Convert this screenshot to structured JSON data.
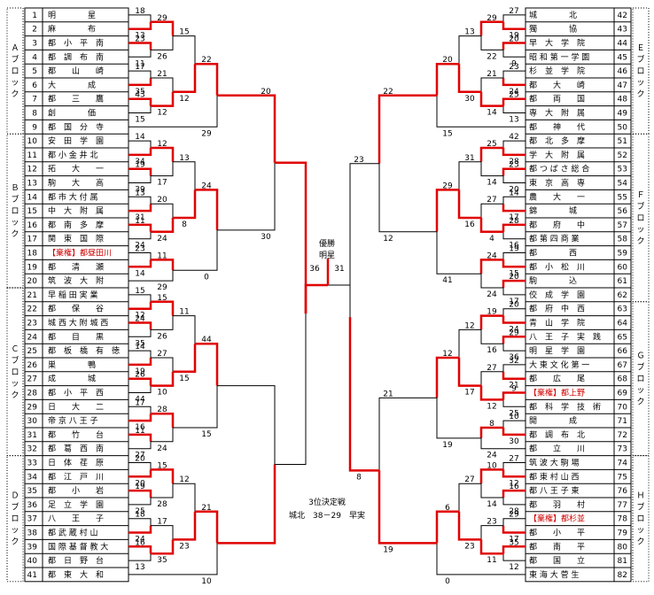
{
  "title_final": "優勝",
  "champion": "明星",
  "final_left_score": "36",
  "final_right_score": "31",
  "third_place": {
    "label": "3位決定戦",
    "result_text": "城北　38－29　早実"
  },
  "colors": {
    "win_line": "#e00000",
    "red_text": "#d00000",
    "loss_line": "#000000"
  },
  "left_blocks": [
    {
      "label": "Ａブロック",
      "chars": [
        "Ａ",
        "ブ",
        "ロ",
        "ッ",
        "ク"
      ]
    },
    {
      "label": "Ｂブロック",
      "chars": [
        "Ｂ",
        "ブ",
        "ロ",
        "ッ",
        "ク"
      ]
    },
    {
      "label": "Ｃブロック",
      "chars": [
        "Ｃ",
        "ブ",
        "ロ",
        "ッ",
        "ク"
      ]
    },
    {
      "label": "Ｄブロック",
      "chars": [
        "Ｄ",
        "ブ",
        "ロ",
        "ッ",
        "ク"
      ]
    }
  ],
  "right_blocks": [
    {
      "label": "Ｅブロック",
      "chars": [
        "Ｅ",
        "ブ",
        "ロ",
        "ッ",
        "ク"
      ]
    },
    {
      "label": "Ｆブロック",
      "chars": [
        "Ｆ",
        "ブ",
        "ロ",
        "ッ",
        "ク"
      ]
    },
    {
      "label": "Ｇブロック",
      "chars": [
        "Ｇ",
        "ブ",
        "ロ",
        "ッ",
        "ク"
      ]
    },
    {
      "label": "Ｈブロック",
      "chars": [
        "Ｈ",
        "ブ",
        "ロ",
        "ッ",
        "ク"
      ]
    }
  ],
  "left_teams": [
    {
      "n": "1",
      "name": "明　　　　星"
    },
    {
      "n": "2",
      "name": "麻　　　　布"
    },
    {
      "n": "3",
      "name": "都　小　平　南"
    },
    {
      "n": "4",
      "name": "都　調　布　南"
    },
    {
      "n": "5",
      "name": "都　　山　　崎"
    },
    {
      "n": "6",
      "name": "大　　　　成"
    },
    {
      "n": "7",
      "name": "都　　三　　鷹"
    },
    {
      "n": "8",
      "name": "創　　　　価"
    },
    {
      "n": "9",
      "name": "都　国　分　寺"
    },
    {
      "n": "10",
      "name": "安　田　学　園"
    },
    {
      "n": "11",
      "name": "都 小 金 井 北"
    },
    {
      "n": "12",
      "name": "拓　　大　　一"
    },
    {
      "n": "13",
      "name": "駒　　大　　高"
    },
    {
      "n": "14",
      "name": "都 市 大 付 属"
    },
    {
      "n": "15",
      "name": "中　大　附　属"
    },
    {
      "n": "16",
      "name": "都　南　多　摩"
    },
    {
      "n": "17",
      "name": "関　東　国　際"
    },
    {
      "n": "18",
      "name": "【棄権】都昼田川",
      "red": true
    },
    {
      "n": "19",
      "name": "都　　清　　瀬"
    },
    {
      "n": "20",
      "name": "筑　波　大　附"
    },
    {
      "n": "21",
      "name": "早 稲 田 実 業"
    },
    {
      "n": "22",
      "name": "都　　保　　谷"
    },
    {
      "n": "23",
      "name": "城 西 大 附 城 西"
    },
    {
      "n": "24",
      "name": "都　　目　　黒"
    },
    {
      "n": "25",
      "name": "都　板　橋　有　徳"
    },
    {
      "n": "26",
      "name": "巣　　　　鴨"
    },
    {
      "n": "27",
      "name": "成　　　　城"
    },
    {
      "n": "28",
      "name": "都　小　平　西"
    },
    {
      "n": "29",
      "name": "日　　大　　二"
    },
    {
      "n": "30",
      "name": "帝 京 八 王 子"
    },
    {
      "n": "31",
      "name": "都　　竹　　台"
    },
    {
      "n": "32",
      "name": "都　葛　西　南"
    },
    {
      "n": "33",
      "name": "日　体　荏　原"
    },
    {
      "n": "34",
      "name": "都　江　戸　川"
    },
    {
      "n": "35",
      "name": "都　　小　　岩"
    },
    {
      "n": "36",
      "name": "足　立　学　園"
    },
    {
      "n": "37",
      "name": "八　　王　　子"
    },
    {
      "n": "38",
      "name": "都 武 蔵 村 山"
    },
    {
      "n": "39",
      "name": "国 際 基 督 教 大"
    },
    {
      "n": "40",
      "name": "都　日　野　台"
    },
    {
      "n": "41",
      "name": "都　東　大　和"
    }
  ],
  "right_teams": [
    {
      "n": "42",
      "name": "城　　　　北"
    },
    {
      "n": "43",
      "name": "獨　　　　協"
    },
    {
      "n": "44",
      "name": "早　大　学　院"
    },
    {
      "n": "45",
      "name": "昭 和 第 一 学 園"
    },
    {
      "n": "46",
      "name": "杉　並　学　院"
    },
    {
      "n": "47",
      "name": "都　　大　　崎"
    },
    {
      "n": "48",
      "name": "都　　両　　国"
    },
    {
      "n": "49",
      "name": "専　大　附　属"
    },
    {
      "n": "50",
      "name": "都　　神　　代"
    },
    {
      "n": "51",
      "name": "都　北　多　摩"
    },
    {
      "n": "52",
      "name": "学　大　附　属"
    },
    {
      "n": "53",
      "name": "都 つ ば さ 総 合"
    },
    {
      "n": "54",
      "name": "東　京　高　専"
    },
    {
      "n": "55",
      "name": "農　　大　　一"
    },
    {
      "n": "56",
      "name": "錦　　　　城"
    },
    {
      "n": "57",
      "name": "都　　府　　中"
    },
    {
      "n": "58",
      "name": "都 第 四 商 業"
    },
    {
      "n": "59",
      "name": "都　　　　西"
    },
    {
      "n": "60",
      "name": "都　小　松　川"
    },
    {
      "n": "61",
      "name": "駒　　　　込"
    },
    {
      "n": "62",
      "name": "佼　成　学　園"
    },
    {
      "n": "63",
      "name": "都　府　中　西"
    },
    {
      "n": "64",
      "name": "青　山　学　院"
    },
    {
      "n": "65",
      "name": "八　王　子　実　践"
    },
    {
      "n": "66",
      "name": "明　星　学　園"
    },
    {
      "n": "67",
      "name": "大 東 文 化 第 一"
    },
    {
      "n": "68",
      "name": "都　　広　　尾"
    },
    {
      "n": "69",
      "name": "【棄権】都上野",
      "red": true
    },
    {
      "n": "70",
      "name": "都　科　学　技　術"
    },
    {
      "n": "71",
      "name": "開　　　　成"
    },
    {
      "n": "72",
      "name": "都　調　布　北"
    },
    {
      "n": "73",
      "name": "都　　立　　川"
    },
    {
      "n": "74",
      "name": "筑 波 大 駒 場"
    },
    {
      "n": "75",
      "name": "都 東 村 山 西"
    },
    {
      "n": "76",
      "name": "都 八 王 子 東"
    },
    {
      "n": "77",
      "name": "都　　羽　　村"
    },
    {
      "n": "78",
      "name": "【棄権】都杉並",
      "red": true
    },
    {
      "n": "79",
      "name": "都　　小　　平"
    },
    {
      "n": "80",
      "name": "都　　南　　平"
    },
    {
      "n": "81",
      "name": "都　　国　　立"
    },
    {
      "n": "82",
      "name": "東 海 大 菅 生"
    }
  ],
  "scores_left": [
    "18",
    "13",
    "23",
    "11",
    "17",
    "35",
    "43",
    "15",
    "29",
    "26",
    "21",
    "12",
    "15",
    "12",
    "22",
    "29",
    "14",
    "34",
    "19",
    "39",
    "13",
    "31",
    "11",
    "24",
    "23",
    "14",
    "12",
    "17",
    "20",
    "24",
    "11",
    "29",
    "13",
    "8",
    "24",
    "0",
    "15",
    "12",
    "24",
    "35",
    "14",
    "19",
    "26",
    "44",
    "17",
    "16",
    "11",
    "27",
    "15",
    "26",
    "27",
    "10",
    "28",
    "24",
    "11",
    "15",
    "44",
    "15",
    "20",
    "20",
    "19",
    "25",
    "18",
    "24",
    "16",
    "13",
    "15",
    "28",
    "17",
    "35",
    "12",
    "23",
    "21",
    "10",
    "20",
    "30"
  ],
  "scores_right": [
    "27",
    "19",
    "20",
    "9",
    "23",
    "24",
    "25",
    "13",
    "29",
    "22",
    "21",
    "14",
    "13",
    "30",
    "20",
    "15",
    "42",
    "28",
    "23",
    "20",
    "14",
    "17",
    "28",
    "16",
    "19",
    "15",
    "20",
    "17",
    "25",
    "14",
    "27",
    "4",
    "24",
    "24",
    "31",
    "16",
    "29",
    "41",
    "20",
    "24",
    "29",
    "36",
    "32",
    "21",
    "9",
    "25",
    "10",
    "30",
    "19",
    "16",
    "27",
    "12",
    "8",
    "24",
    "12",
    "17",
    "12",
    "19",
    "27",
    "12",
    "16",
    "28",
    "29",
    "17",
    "35",
    "12",
    "10",
    "14",
    "23",
    "11",
    "27",
    "23",
    "6",
    "0",
    "22",
    "12",
    "21",
    "19",
    "23",
    "8",
    "36"
  ]
}
